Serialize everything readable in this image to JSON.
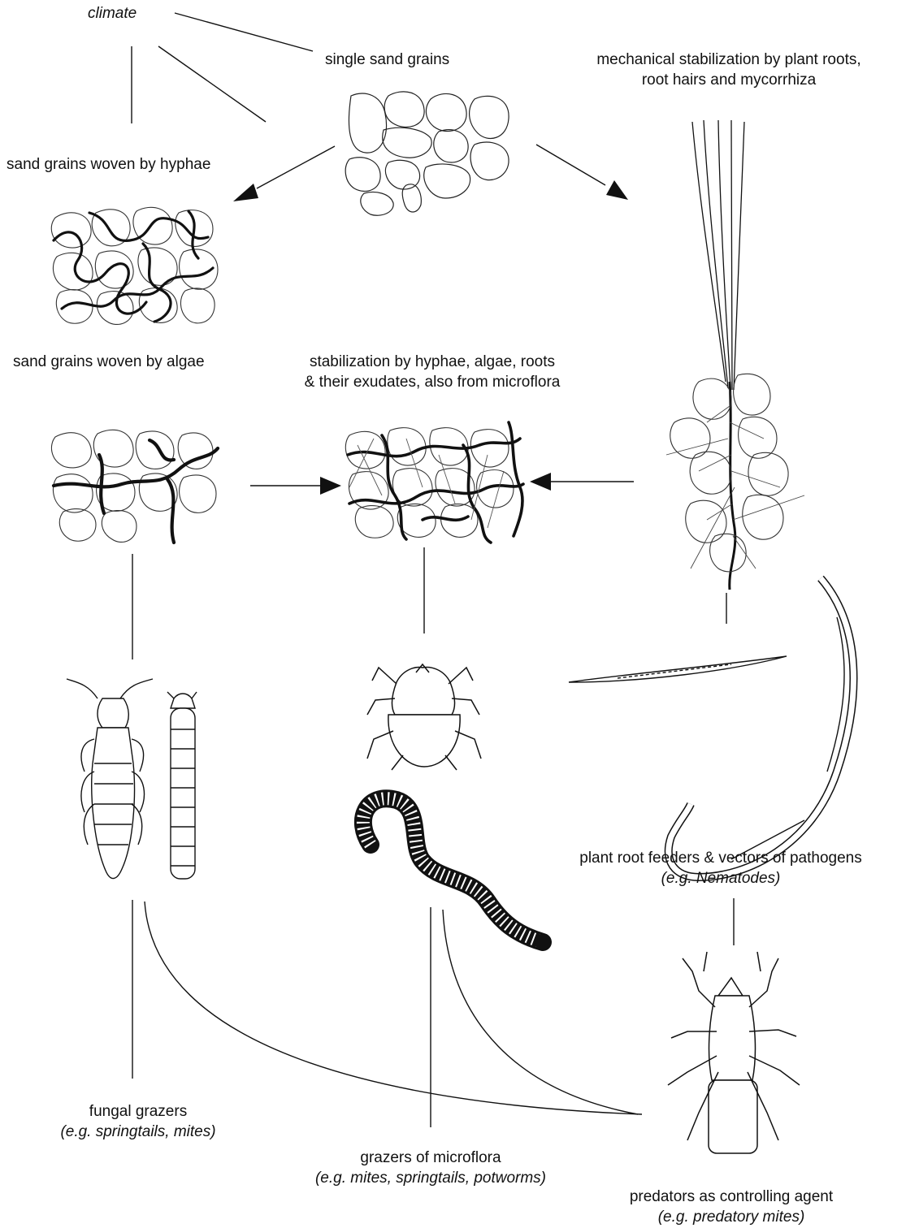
{
  "labels": {
    "climate": "climate",
    "single_sand_grains": "single sand grains",
    "mechanical_stabilization": [
      "mechanical stabilization by plant roots,",
      "root hairs and mycorrhiza"
    ],
    "woven_hyphae": "sand grains woven by hyphae",
    "woven_algae": "sand grains woven by algae",
    "stabilization_all": [
      "stabilization by hyphae, algae, roots",
      "& their exudates, also from microflora"
    ],
    "root_feeders": [
      "plant root feeders & vectors of pathogens",
      "(e.g. Nematodes)"
    ],
    "fungal_grazers": [
      "fungal grazers",
      "(e.g. springtails, mites)"
    ],
    "grazers_microflora": [
      "grazers of microflora",
      "(e.g. mites, springtails, potworms)"
    ],
    "predators": [
      "predators as controlling agent",
      "(e.g. predatory mites)"
    ]
  },
  "colors": {
    "line": "#111111",
    "background": "#ffffff"
  }
}
